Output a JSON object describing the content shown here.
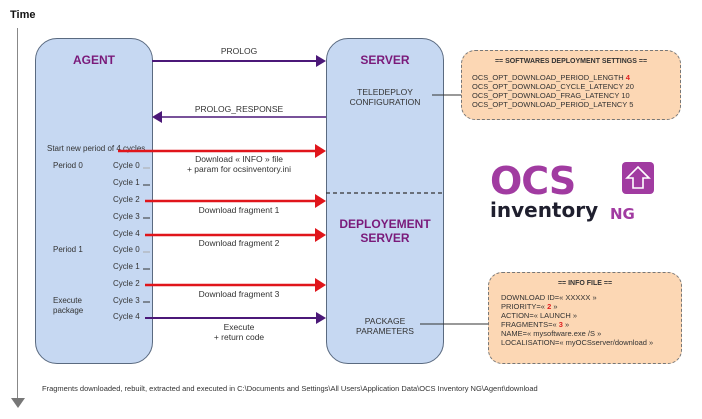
{
  "axis": {
    "label": "Time"
  },
  "agent": {
    "title": "AGENT",
    "start_period": "Start new period of 4 cycles",
    "periods": [
      "Period 0",
      "Period 1"
    ],
    "execute_label_1": "Execute",
    "execute_label_2": "package",
    "cycles": [
      "Cycle 0",
      "Cycle 1",
      "Cycle 2",
      "Cycle 3",
      "Cycle 4",
      "Cycle 0",
      "Cycle 1",
      "Cycle 2",
      "Cycle 3",
      "Cycle 4"
    ]
  },
  "server": {
    "title": "SERVER",
    "config_line1": "TELEDEPLOY",
    "config_line2": "CONFIGURATION",
    "deploy_title_1": "DEPLOYEMENT",
    "deploy_title_2": "SERVER",
    "package_line1": "PACKAGE",
    "package_line2": "PARAMETERS"
  },
  "messages": {
    "prolog": "PROLOG",
    "prolog_response": "PROLOG_RESPONSE",
    "download_info_1": "Download « INFO » file",
    "download_info_2": "+ param for ocsinventory.ini",
    "fragment_1": "Download fragment 1",
    "fragment_2": "Download fragment 2",
    "fragment_3": "Download fragment 3",
    "execute_1": "Execute",
    "execute_2": "+ return code"
  },
  "settings_note": {
    "title": "== SOFTWARES DEPLOYMENT SETTINGS ==",
    "lines": [
      {
        "key": "OCS_OPT_DOWNLOAD_PERIOD_LENGTH",
        "value": "4"
      },
      {
        "key": "OCS_OPT_DOWNLOAD_CYCLE_LATENCY",
        "value": "20"
      },
      {
        "key": "OCS_OPT_DOWNLOAD_FRAG_LATENCY",
        "value": "10"
      },
      {
        "key": "OCS_OPT_DOWNLOAD_PERIOD_LATENCY",
        "value": "5"
      }
    ]
  },
  "info_note": {
    "title": "== INFO FILE ==",
    "lines": [
      {
        "pre": "DOWNLOAD ID=« XXXXX »",
        "hl": "",
        "post": ""
      },
      {
        "pre": "PRIORITY=« ",
        "hl": "2",
        "post": " »"
      },
      {
        "pre": "ACTION=« LAUNCH »",
        "hl": "",
        "post": ""
      },
      {
        "pre": "FRAGMENTS=« ",
        "hl": "3",
        "post": " »"
      },
      {
        "pre": "NAME=« mysoftware.exe /S »",
        "hl": "",
        "post": ""
      },
      {
        "pre": "LOCALISATION=« myOCSserver/download »",
        "hl": "",
        "post": ""
      }
    ]
  },
  "logo": {
    "ocs": "OCS",
    "inventory": "inventory",
    "ng": "NG"
  },
  "footer": "Fragments downloaded, rebuilt, extracted and executed in C:\\Documents and Settings\\All Users\\Application Data\\OCS Inventory NG\\Agent\\download",
  "colors": {
    "red_arrow": "#e0151b",
    "purple_arrow": "#4b1878",
    "lane_fill": "#c6d8f2",
    "note_fill": "#fcd7b4",
    "title_purple": "#7a1a7a"
  }
}
